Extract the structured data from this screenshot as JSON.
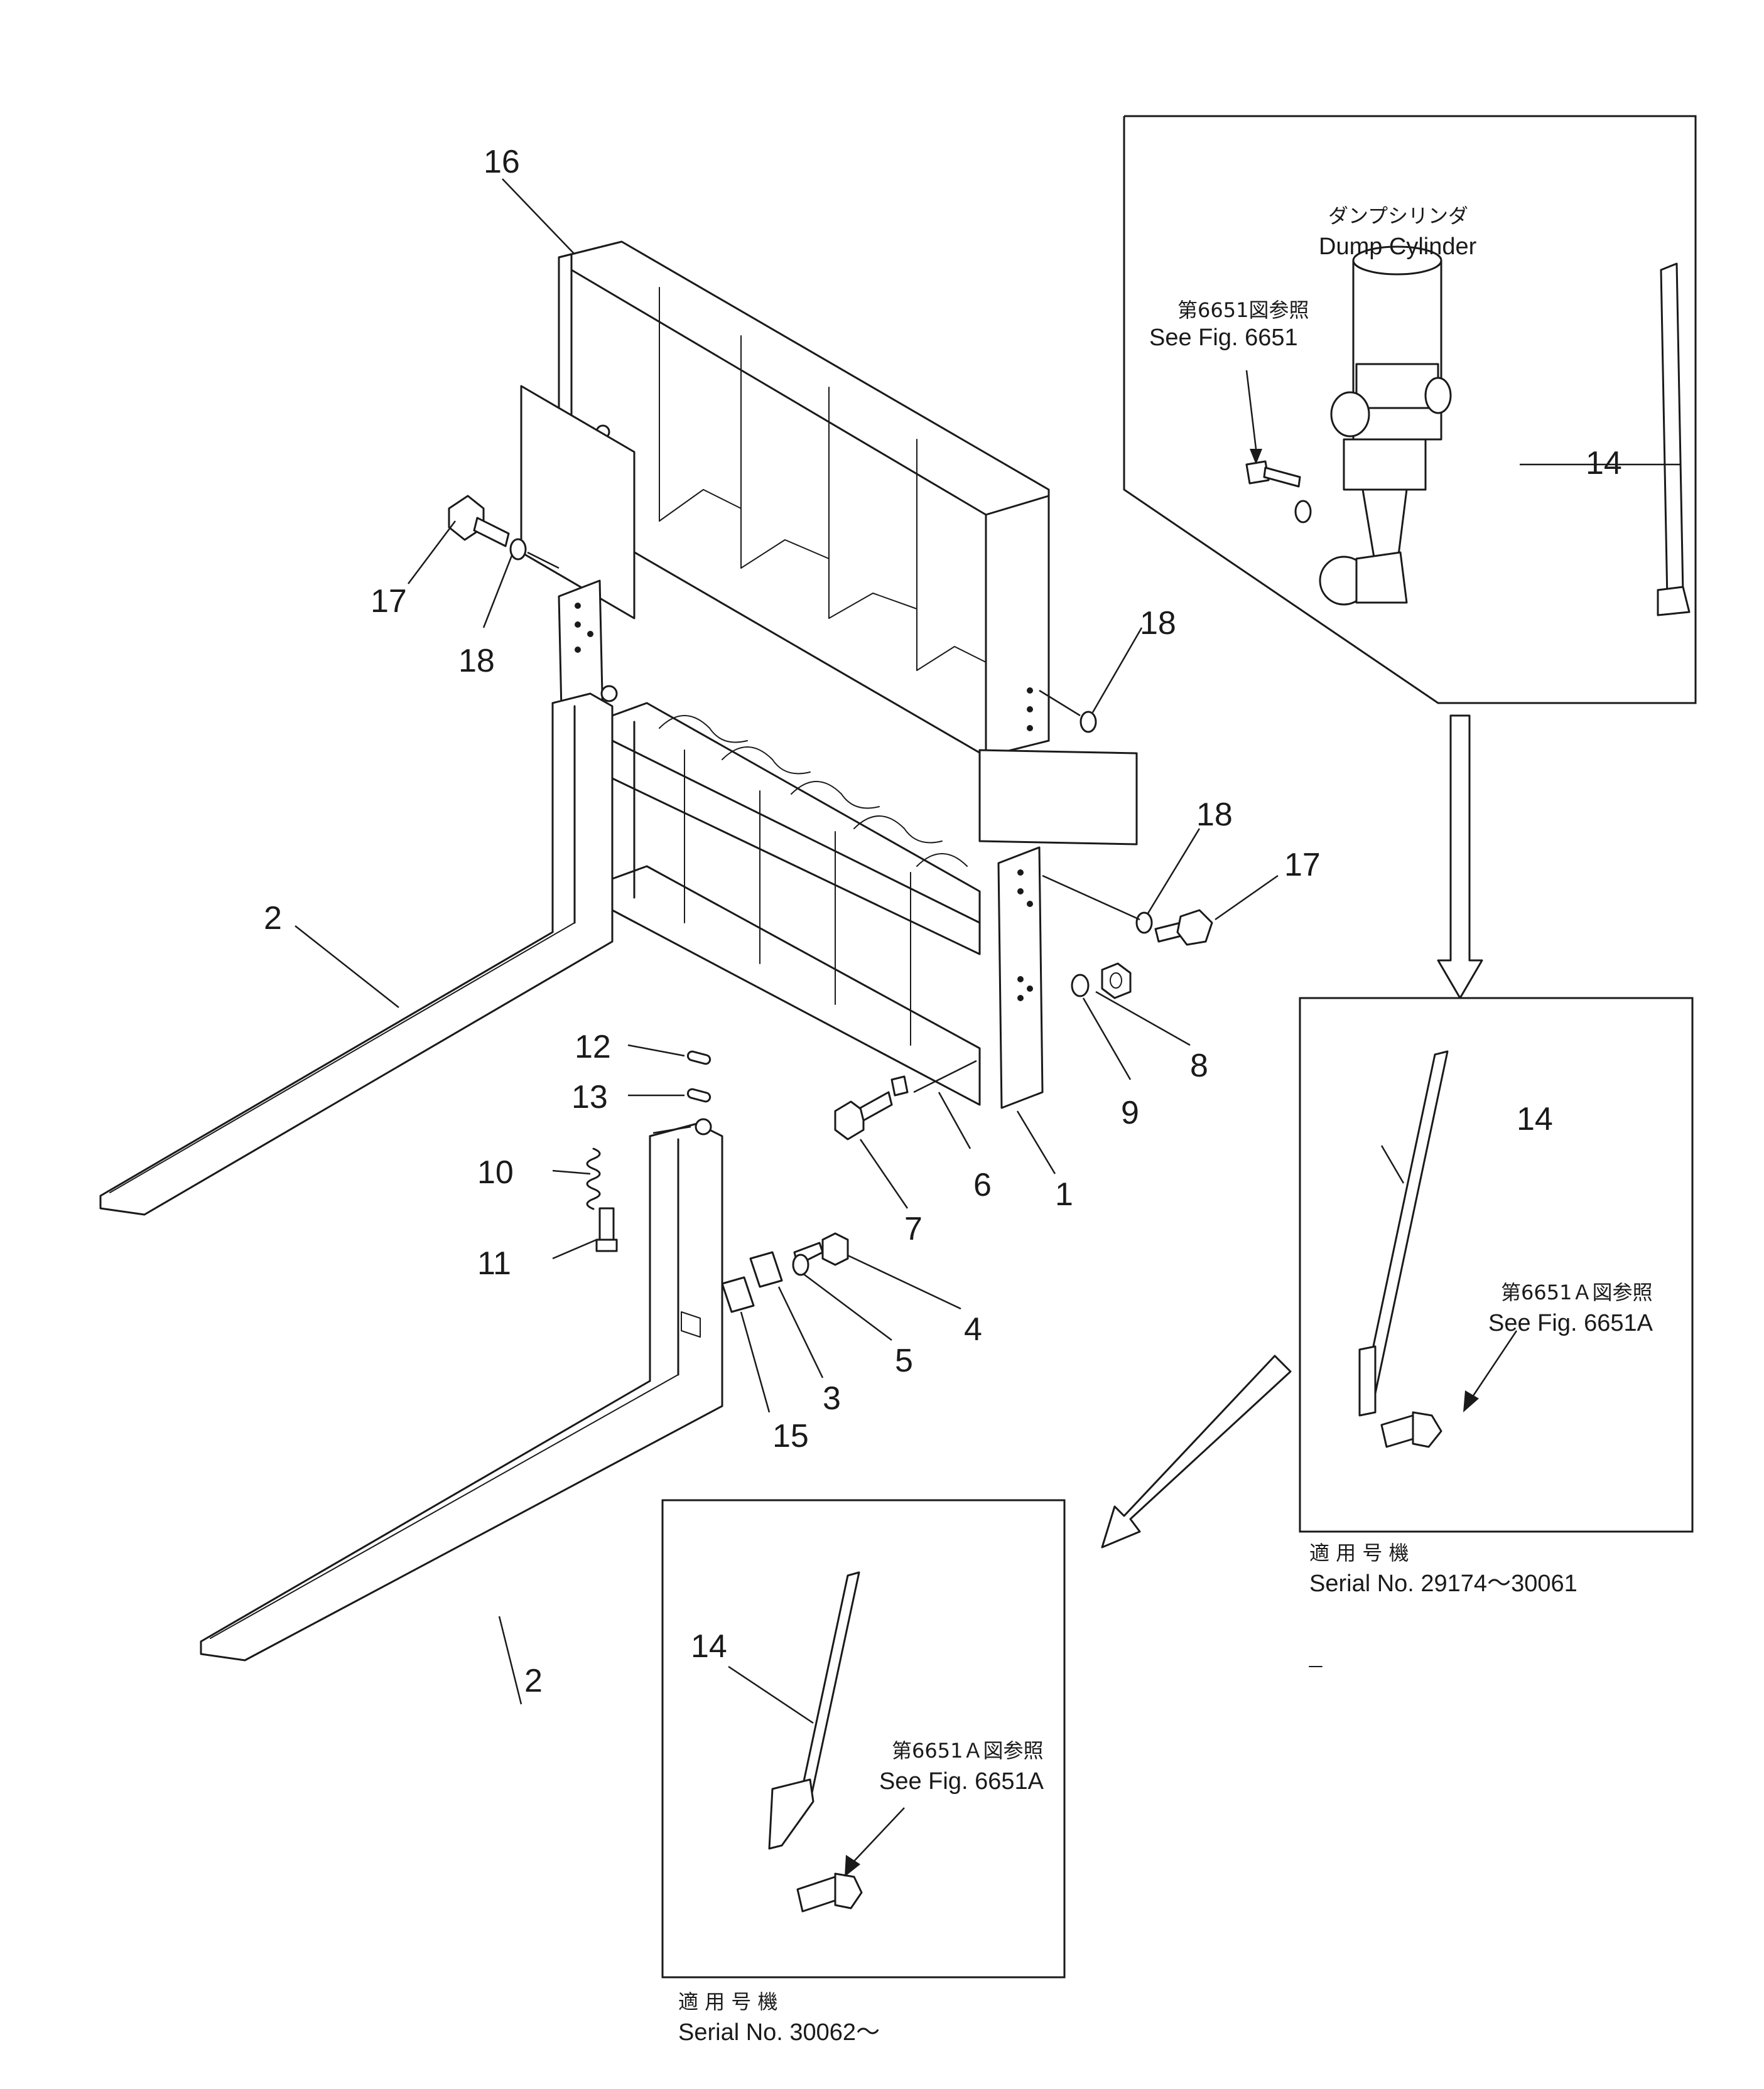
{
  "callouts": {
    "c16": "16",
    "c17a": "17",
    "c18a": "18",
    "c18b": "18",
    "c18c": "18",
    "c17b": "17",
    "c2a": "2",
    "c12": "12",
    "c13": "13",
    "c10": "10",
    "c11": "11",
    "c8": "8",
    "c9": "9",
    "c6": "6",
    "c7": "7",
    "c1": "1",
    "c4": "4",
    "c5": "5",
    "c3": "3",
    "c15": "15",
    "c2b": "2",
    "c14a": "14",
    "c14b": "14",
    "c14c": "14"
  },
  "inset_top": {
    "dump_jp": "ダンプシリンダ",
    "dump_en": "Dump Cylinder",
    "ref_jp": "第6651図参照",
    "ref_en": "See Fig. 6651"
  },
  "inset_mid": {
    "ref_jp": "第6651Ａ図参照",
    "ref_en": "See Fig. 6651A",
    "serial_jp": "適 用 号 機",
    "serial_en": "Serial No. 29174～30061"
  },
  "inset_bottom": {
    "ref_jp": "第6651Ａ図参照",
    "ref_en": "See Fig. 6651A",
    "serial_jp": "適 用 号 機",
    "serial_en": "Serial No. 30062～"
  }
}
